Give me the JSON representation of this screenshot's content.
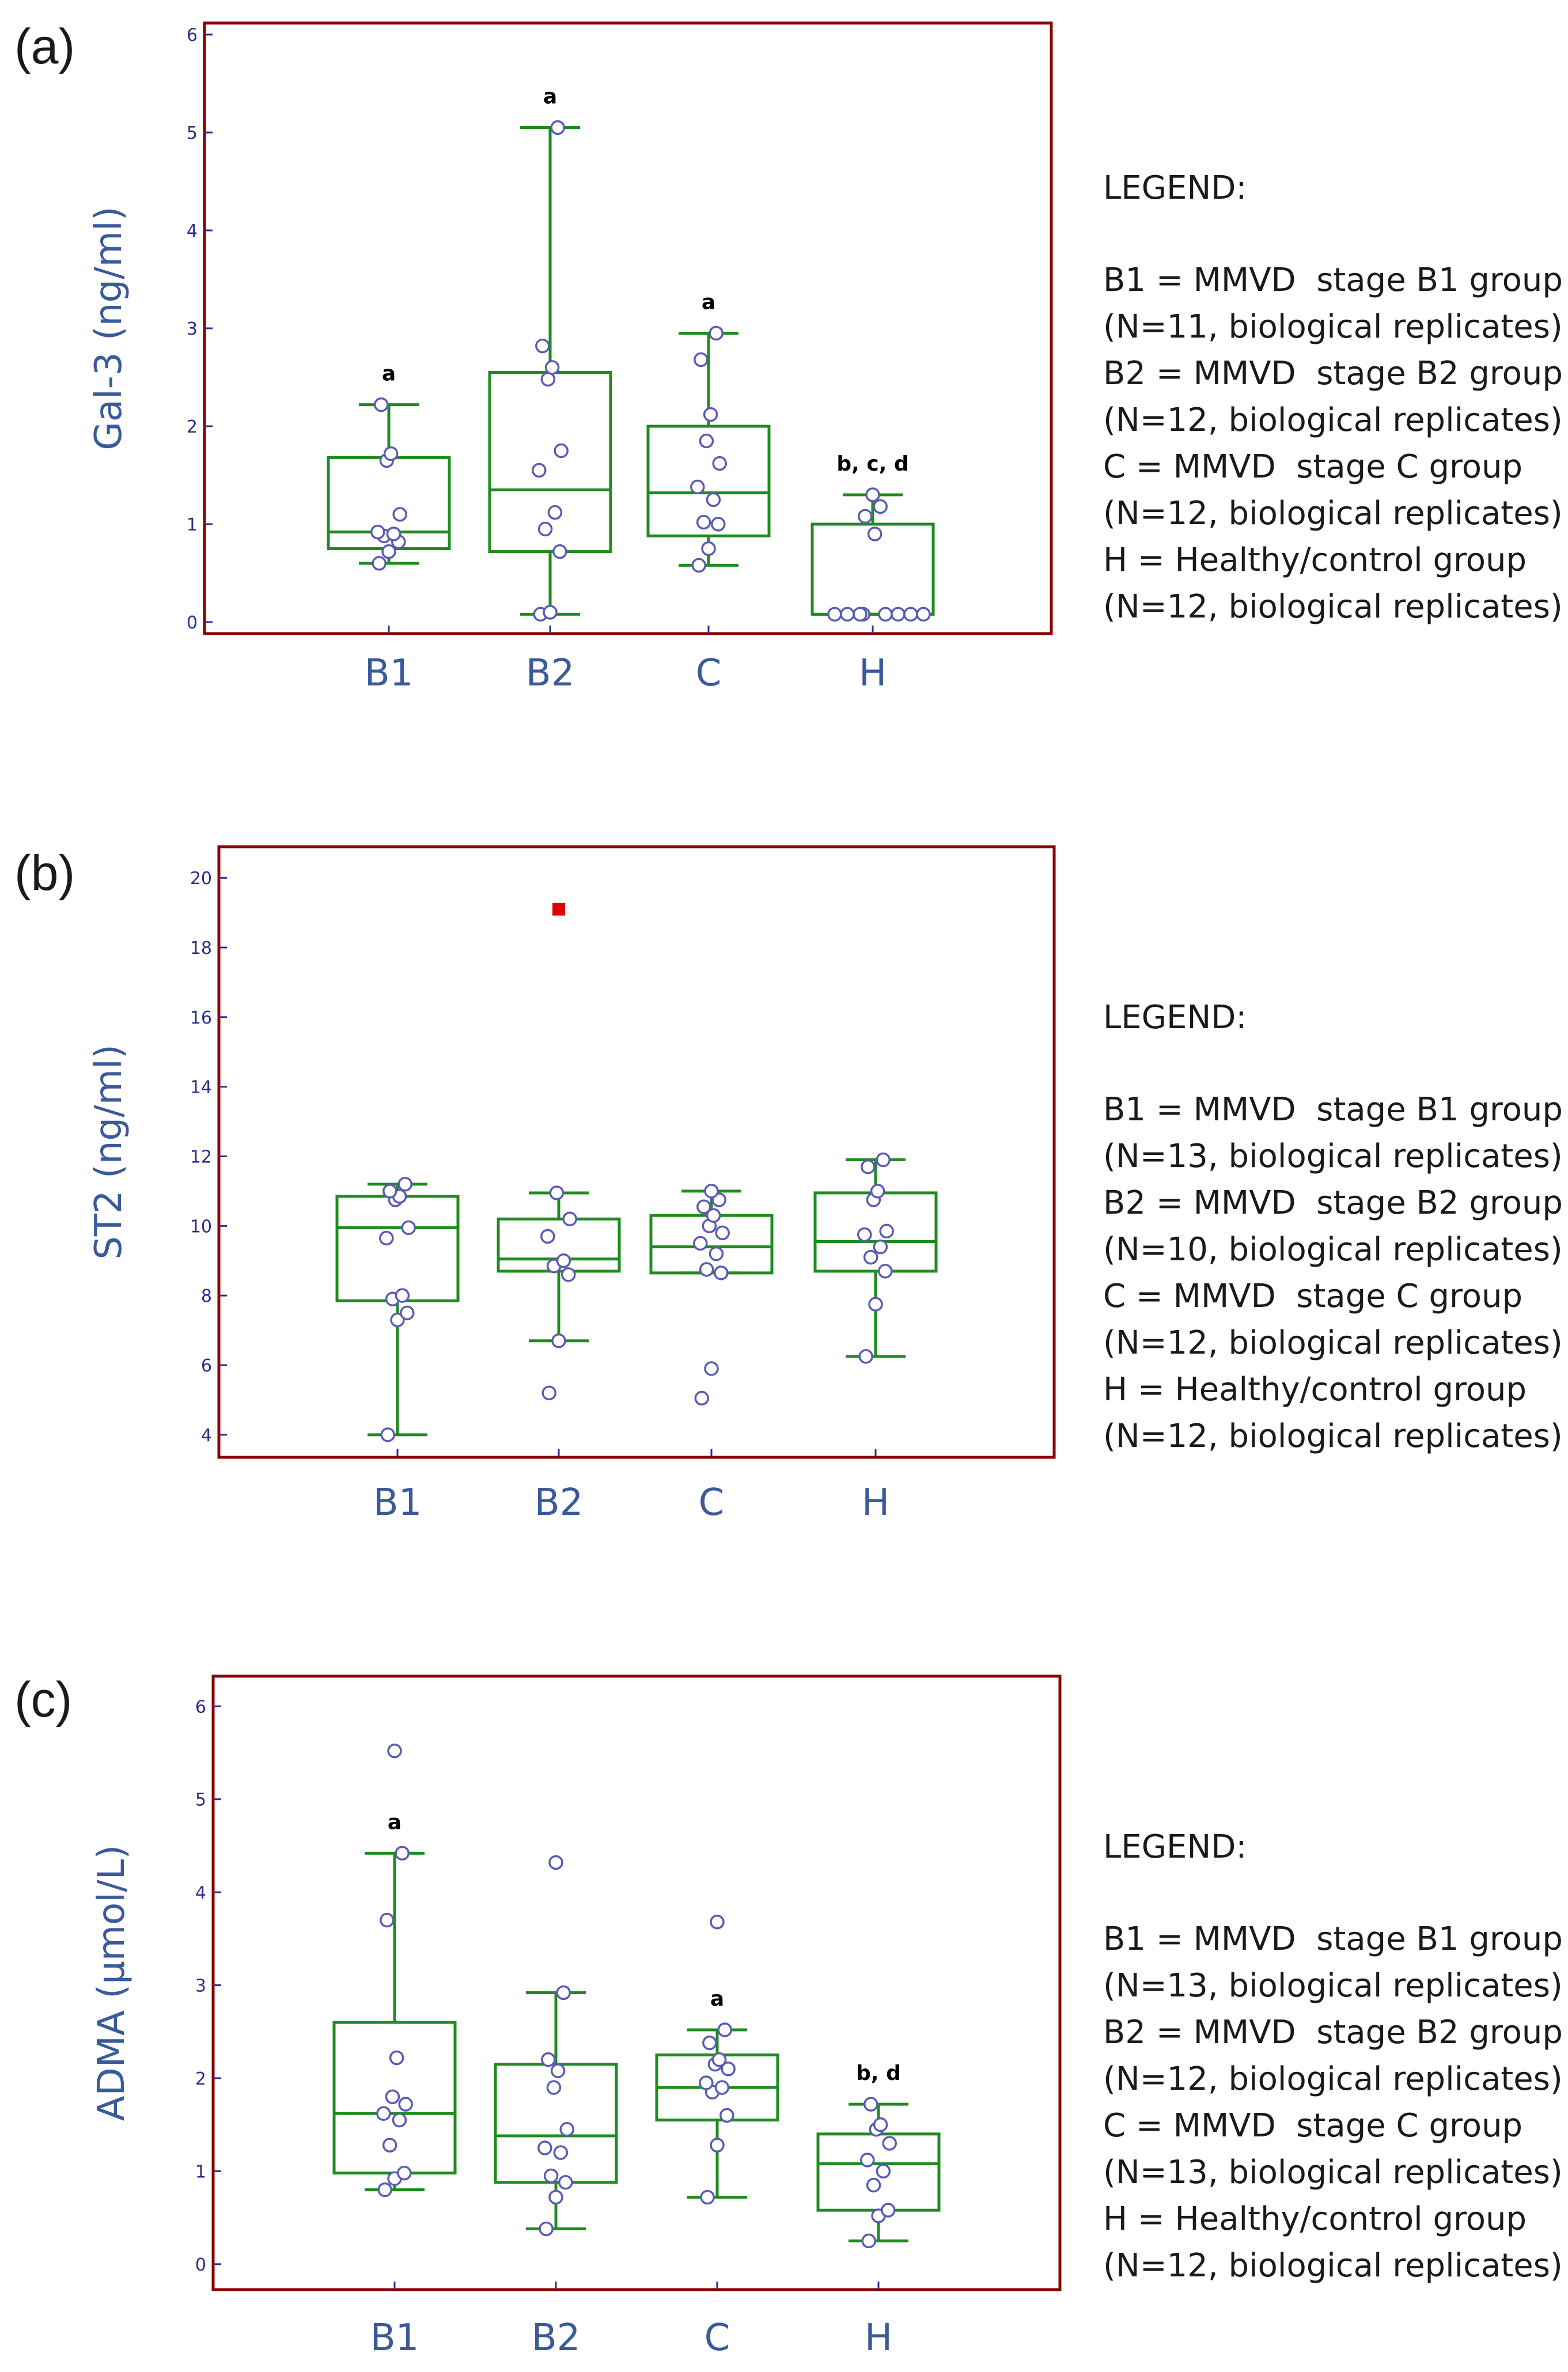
{
  "colors": {
    "frame": "#8b0000",
    "box": "#1e8c1e",
    "point_stroke": "#5b5bb3",
    "outlier": "#e00000",
    "axis_text": "#3a5a9c"
  },
  "chart_data": [
    {
      "type": "box",
      "panel_label": "(a)",
      "ylabel": "Gal-3 (ng/ml)",
      "ylim": [
        0,
        6
      ],
      "yticks": [
        0,
        1,
        2,
        3,
        4,
        5,
        6
      ],
      "categories": [
        "B1",
        "B2",
        "C",
        "H"
      ],
      "grid": false,
      "boxes": [
        {
          "category": "B1",
          "whisker_low": 0.6,
          "q1": 0.75,
          "median": 0.92,
          "q3": 1.68,
          "whisker_high": 2.22,
          "sig": "a",
          "points": [
            0.6,
            0.72,
            0.82,
            0.88,
            0.9,
            0.92,
            1.1,
            1.65,
            1.72,
            2.22
          ]
        },
        {
          "category": "B2",
          "whisker_low": 0.08,
          "q1": 0.72,
          "median": 1.35,
          "q3": 2.55,
          "whisker_high": 5.05,
          "sig": "a",
          "points": [
            0.08,
            0.1,
            0.72,
            0.95,
            1.12,
            1.55,
            1.75,
            2.48,
            2.6,
            2.82,
            5.05
          ]
        },
        {
          "category": "C",
          "whisker_low": 0.58,
          "q1": 0.88,
          "median": 1.32,
          "q3": 2.0,
          "whisker_high": 2.95,
          "sig": "a",
          "points": [
            0.58,
            0.75,
            1.0,
            1.02,
            1.25,
            1.38,
            1.62,
            1.85,
            2.12,
            2.68,
            2.95
          ]
        },
        {
          "category": "H",
          "whisker_low": 0.08,
          "q1": 0.08,
          "median": 0.08,
          "q3": 1.0,
          "whisker_high": 1.3,
          "sig": "b, c, d",
          "points": [
            0.08,
            0.08,
            0.08,
            0.08,
            0.08,
            0.08,
            0.08,
            0.08,
            0.9,
            1.08,
            1.18,
            1.3
          ]
        }
      ],
      "outliers": [],
      "legend": {
        "title": "LEGEND:",
        "lines": [
          "B1 = MMVD  stage B1 group",
          "(N=11, biological replicates)",
          "B2 = MMVD  stage B2 group",
          "(N=12, biological replicates)",
          "C = MMVD  stage C group",
          "(N=12, biological replicates)",
          "H = Healthy/control group",
          "(N=12, biological replicates)"
        ]
      }
    },
    {
      "type": "box",
      "panel_label": "(b)",
      "ylabel": "ST2 (ng/ml)",
      "ylim": [
        3.6,
        20.4
      ],
      "yticks": [
        4,
        6,
        8,
        10,
        12,
        14,
        16,
        18,
        20
      ],
      "categories": [
        "B1",
        "B2",
        "C",
        "H"
      ],
      "grid": false,
      "boxes": [
        {
          "category": "B1",
          "whisker_low": 4.0,
          "q1": 7.85,
          "median": 9.95,
          "q3": 10.85,
          "whisker_high": 11.2,
          "sig": "",
          "points": [
            4.0,
            7.3,
            7.5,
            7.9,
            8.0,
            9.65,
            9.95,
            10.75,
            10.85,
            11.0,
            11.2
          ]
        },
        {
          "category": "B2",
          "whisker_low": 6.7,
          "q1": 8.7,
          "median": 9.05,
          "q3": 10.2,
          "whisker_high": 10.95,
          "sig": "",
          "points": [
            5.2,
            6.7,
            8.6,
            8.85,
            9.0,
            9.7,
            10.2,
            10.95
          ]
        },
        {
          "category": "C",
          "whisker_low": 8.65,
          "q1": 8.65,
          "median": 9.4,
          "q3": 10.3,
          "whisker_high": 11.0,
          "sig": "",
          "points": [
            5.05,
            5.9,
            8.65,
            8.75,
            9.2,
            9.5,
            9.8,
            10.0,
            10.3,
            10.55,
            10.75,
            11.0
          ]
        },
        {
          "category": "H",
          "whisker_low": 6.25,
          "q1": 8.7,
          "median": 9.55,
          "q3": 10.95,
          "whisker_high": 11.9,
          "sig": "",
          "points": [
            6.25,
            7.75,
            8.7,
            9.1,
            9.4,
            9.75,
            9.85,
            10.75,
            11.0,
            11.7,
            11.9
          ]
        }
      ],
      "outliers": [
        {
          "category": "B2",
          "value": 19.1
        }
      ],
      "legend": {
        "title": "LEGEND:",
        "lines": [
          "B1 = MMVD  stage B1 group",
          "(N=13, biological replicates)",
          "B2 = MMVD  stage B2 group",
          "(N=10, biological replicates)",
          "C = MMVD  stage C group",
          "(N=12, biological replicates)",
          "H = Healthy/control group",
          "(N=12, biological replicates)"
        ]
      }
    },
    {
      "type": "box",
      "panel_label": "(c)",
      "ylabel": "ADMA (µmol/L)",
      "ylim": [
        -0.15,
        6.2
      ],
      "yticks": [
        0,
        1,
        2,
        3,
        4,
        5,
        6
      ],
      "categories": [
        "B1",
        "B2",
        "C",
        "H"
      ],
      "grid": false,
      "boxes": [
        {
          "category": "B1",
          "whisker_low": 0.8,
          "q1": 0.98,
          "median": 1.62,
          "q3": 2.6,
          "whisker_high": 4.42,
          "sig": "a",
          "points": [
            0.8,
            0.92,
            0.98,
            1.28,
            1.55,
            1.62,
            1.72,
            1.8,
            2.22,
            3.7,
            4.42,
            5.52
          ]
        },
        {
          "category": "B2",
          "whisker_low": 0.38,
          "q1": 0.88,
          "median": 1.38,
          "q3": 2.15,
          "whisker_high": 2.92,
          "sig": "",
          "points": [
            0.38,
            0.72,
            0.88,
            0.95,
            1.2,
            1.25,
            1.45,
            1.9,
            2.08,
            2.2,
            2.92,
            4.32
          ]
        },
        {
          "category": "C",
          "whisker_low": 0.72,
          "q1": 1.55,
          "median": 1.9,
          "q3": 2.25,
          "whisker_high": 2.52,
          "sig": "a",
          "points": [
            0.72,
            1.28,
            1.6,
            1.85,
            1.9,
            1.95,
            2.1,
            2.15,
            2.2,
            2.38,
            2.52,
            3.68
          ]
        },
        {
          "category": "H",
          "whisker_low": 0.25,
          "q1": 0.58,
          "median": 1.08,
          "q3": 1.4,
          "whisker_high": 1.72,
          "sig": "b, d",
          "points": [
            0.25,
            0.52,
            0.58,
            0.85,
            1.0,
            1.12,
            1.3,
            1.45,
            1.5,
            1.72
          ]
        }
      ],
      "outliers": [],
      "legend": {
        "title": "LEGEND:",
        "lines": [
          "B1 = MMVD  stage B1 group",
          "(N=13, biological replicates)",
          "B2 = MMVD  stage B2 group",
          "(N=12, biological replicates)",
          "C = MMVD  stage C group",
          "(N=13, biological replicates)",
          "H = Healthy/control group",
          "(N=12, biological replicates)"
        ]
      }
    }
  ]
}
